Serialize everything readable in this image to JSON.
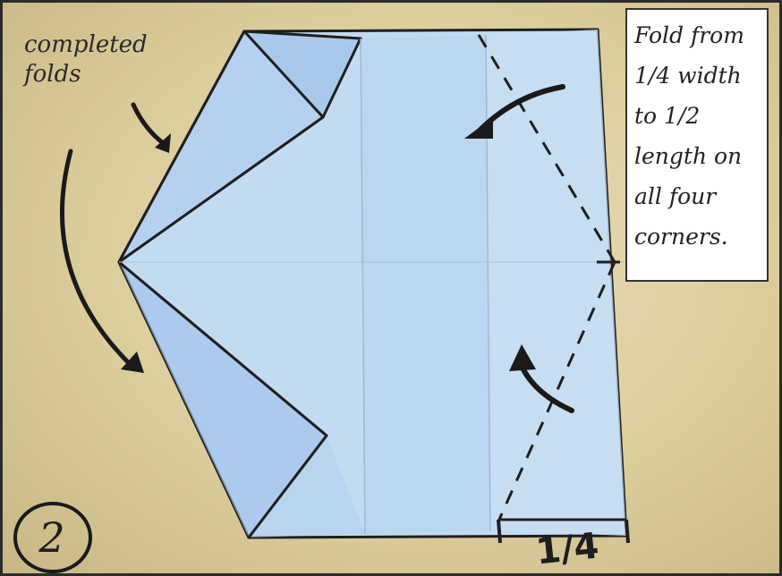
{
  "annotations": {
    "completed_folds": [
      "completed",
      "folds"
    ],
    "instructions": [
      "Fold from",
      "1/4 width",
      "to 1/2",
      "length on",
      "all four",
      "corners."
    ],
    "quarter_mark": "1/4",
    "step_number": "2"
  },
  "colors": {
    "background": "#dccd9c",
    "paper": "#bcd7ef",
    "paper_shadow": "#9fc1e6",
    "ink": "#1e1e1e"
  }
}
